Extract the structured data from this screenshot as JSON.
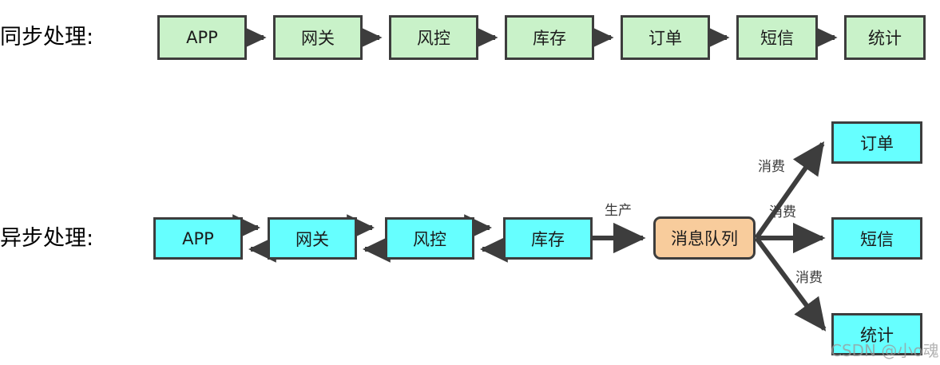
{
  "diagram": {
    "title_sync": "同步处理:",
    "title_async": "异步处理:",
    "watermark": "CSDN @小o魂",
    "colors": {
      "green_fill": "#c9f2c9",
      "cyan_fill": "#66ffff",
      "orange_fill": "#f8cc9c",
      "stroke": "#3d3d3d",
      "background": "#ffffff",
      "edge_label": "#3a3a3a"
    },
    "sync_row": {
      "label": "同步处理:",
      "nodes": [
        {
          "id": "app",
          "text": "APP",
          "fill": "green"
        },
        {
          "id": "gateway",
          "text": "网关",
          "fill": "green"
        },
        {
          "id": "risk",
          "text": "风控",
          "fill": "green"
        },
        {
          "id": "stock",
          "text": "库存",
          "fill": "green"
        },
        {
          "id": "order",
          "text": "订单",
          "fill": "green"
        },
        {
          "id": "sms",
          "text": "短信",
          "fill": "green"
        },
        {
          "id": "stats",
          "text": "统计",
          "fill": "green"
        }
      ],
      "connector_type": "single-arrow-chain"
    },
    "async_row": {
      "label": "异步处理:",
      "chain_nodes": [
        {
          "id": "app",
          "text": "APP",
          "fill": "cyan"
        },
        {
          "id": "gateway",
          "text": "网关",
          "fill": "cyan"
        },
        {
          "id": "risk",
          "text": "风控",
          "fill": "cyan"
        },
        {
          "id": "stock",
          "text": "库存",
          "fill": "cyan"
        }
      ],
      "chain_connector_type": "bidirectional-arrows",
      "queue_node": {
        "id": "mq",
        "text": "消息队列",
        "fill": "orange"
      },
      "produce_label": "生产",
      "consumers": [
        {
          "id": "order",
          "text": "订单",
          "fill": "cyan",
          "edge_label": "消费"
        },
        {
          "id": "sms",
          "text": "短信",
          "fill": "cyan",
          "edge_label": "消费"
        },
        {
          "id": "stats",
          "text": "统计",
          "fill": "cyan",
          "edge_label": "消费"
        }
      ]
    }
  }
}
